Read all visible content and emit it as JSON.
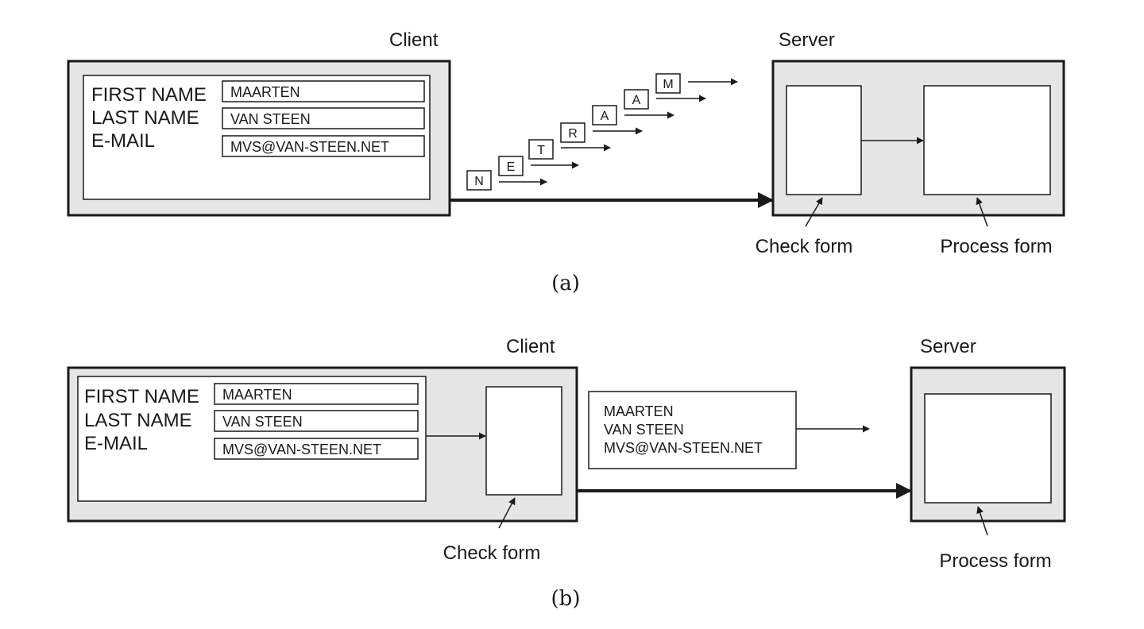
{
  "part_a": {
    "client_label": "Client",
    "server_label": "Server",
    "form": {
      "labels": [
        "FIRST NAME",
        "LAST NAME",
        "E-MAIL"
      ],
      "values": [
        "MAARTEN",
        "VAN STEEN",
        "MVS@VAN-STEEN.NET"
      ]
    },
    "letters": [
      "N",
      "E",
      "T",
      "R",
      "A",
      "A",
      "M"
    ],
    "check_form_label": "Check form",
    "process_form_label": "Process form",
    "caption": "(a)"
  },
  "part_b": {
    "client_label": "Client",
    "server_label": "Server",
    "form": {
      "labels": [
        "FIRST NAME",
        "LAST NAME",
        "E-MAIL"
      ],
      "values": [
        "MAARTEN",
        "VAN STEEN",
        "MVS@VAN-STEEN.NET"
      ]
    },
    "message_lines": [
      "MAARTEN",
      "VAN STEEN",
      "MVS@VAN-STEEN.NET"
    ],
    "check_form_label": "Check form",
    "process_form_label": "Process form",
    "caption": "(b)"
  }
}
